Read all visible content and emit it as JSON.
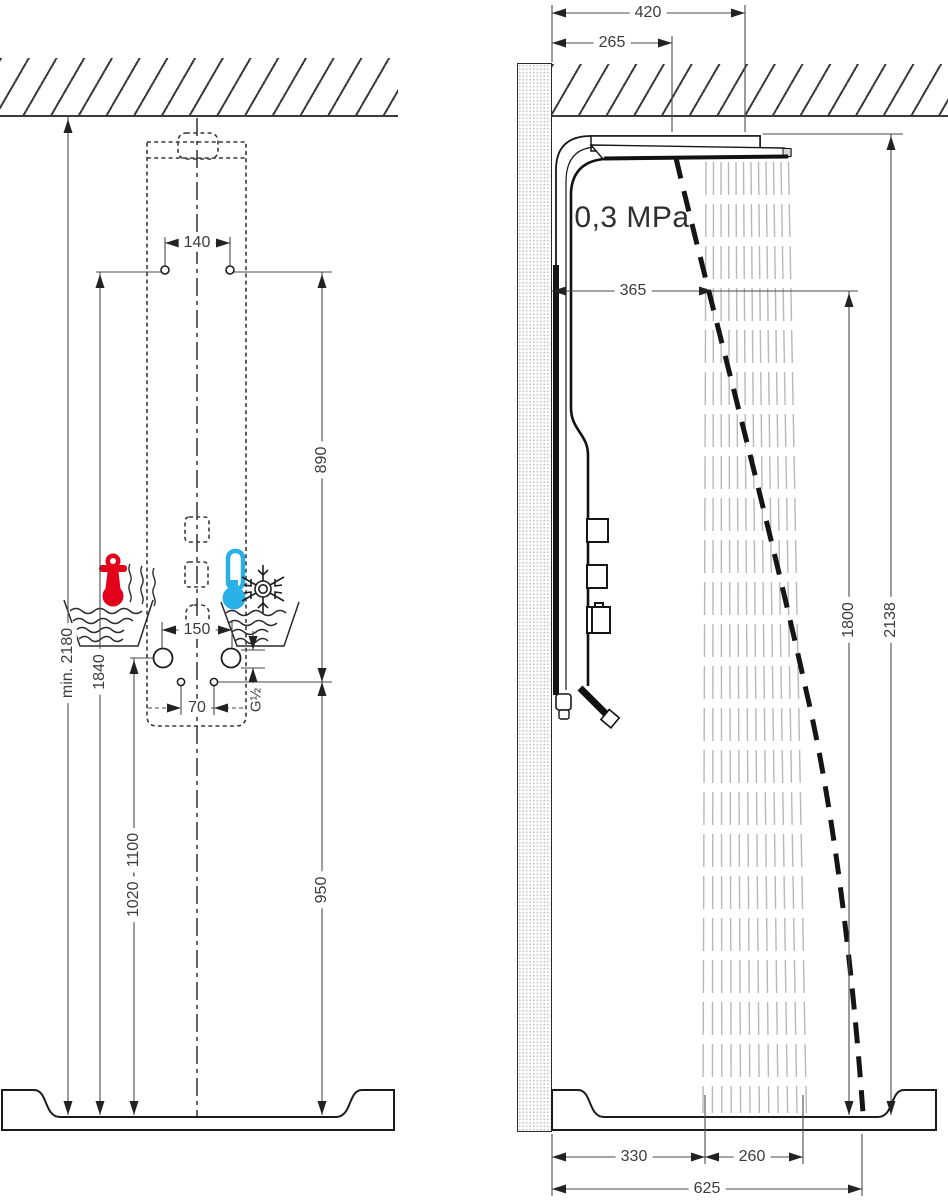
{
  "drawing": {
    "pressure_label": "0,3 MPa",
    "colors": {
      "hot": "#e2001a",
      "cold": "#29b0e6",
      "line": "#3c3c3c"
    },
    "front_view": {
      "hole_spacing": "140",
      "min_ceiling_height": "min. 2180",
      "holes_height": "1840",
      "connection_height_range": "1020 - 1100",
      "holes_to_outlet": "890",
      "connection_spacing": "150",
      "outlet_spacing": "70",
      "thread_size": "G½",
      "outlet_height": "950"
    },
    "side_view": {
      "head_reach": "420",
      "arm_offset": "265",
      "spray_reach": "365",
      "spray_height": "1800",
      "total_height": "2138",
      "tray_segment_wall": "330",
      "tray_segment_outer": "260",
      "tray_total_depth": "625"
    }
  }
}
